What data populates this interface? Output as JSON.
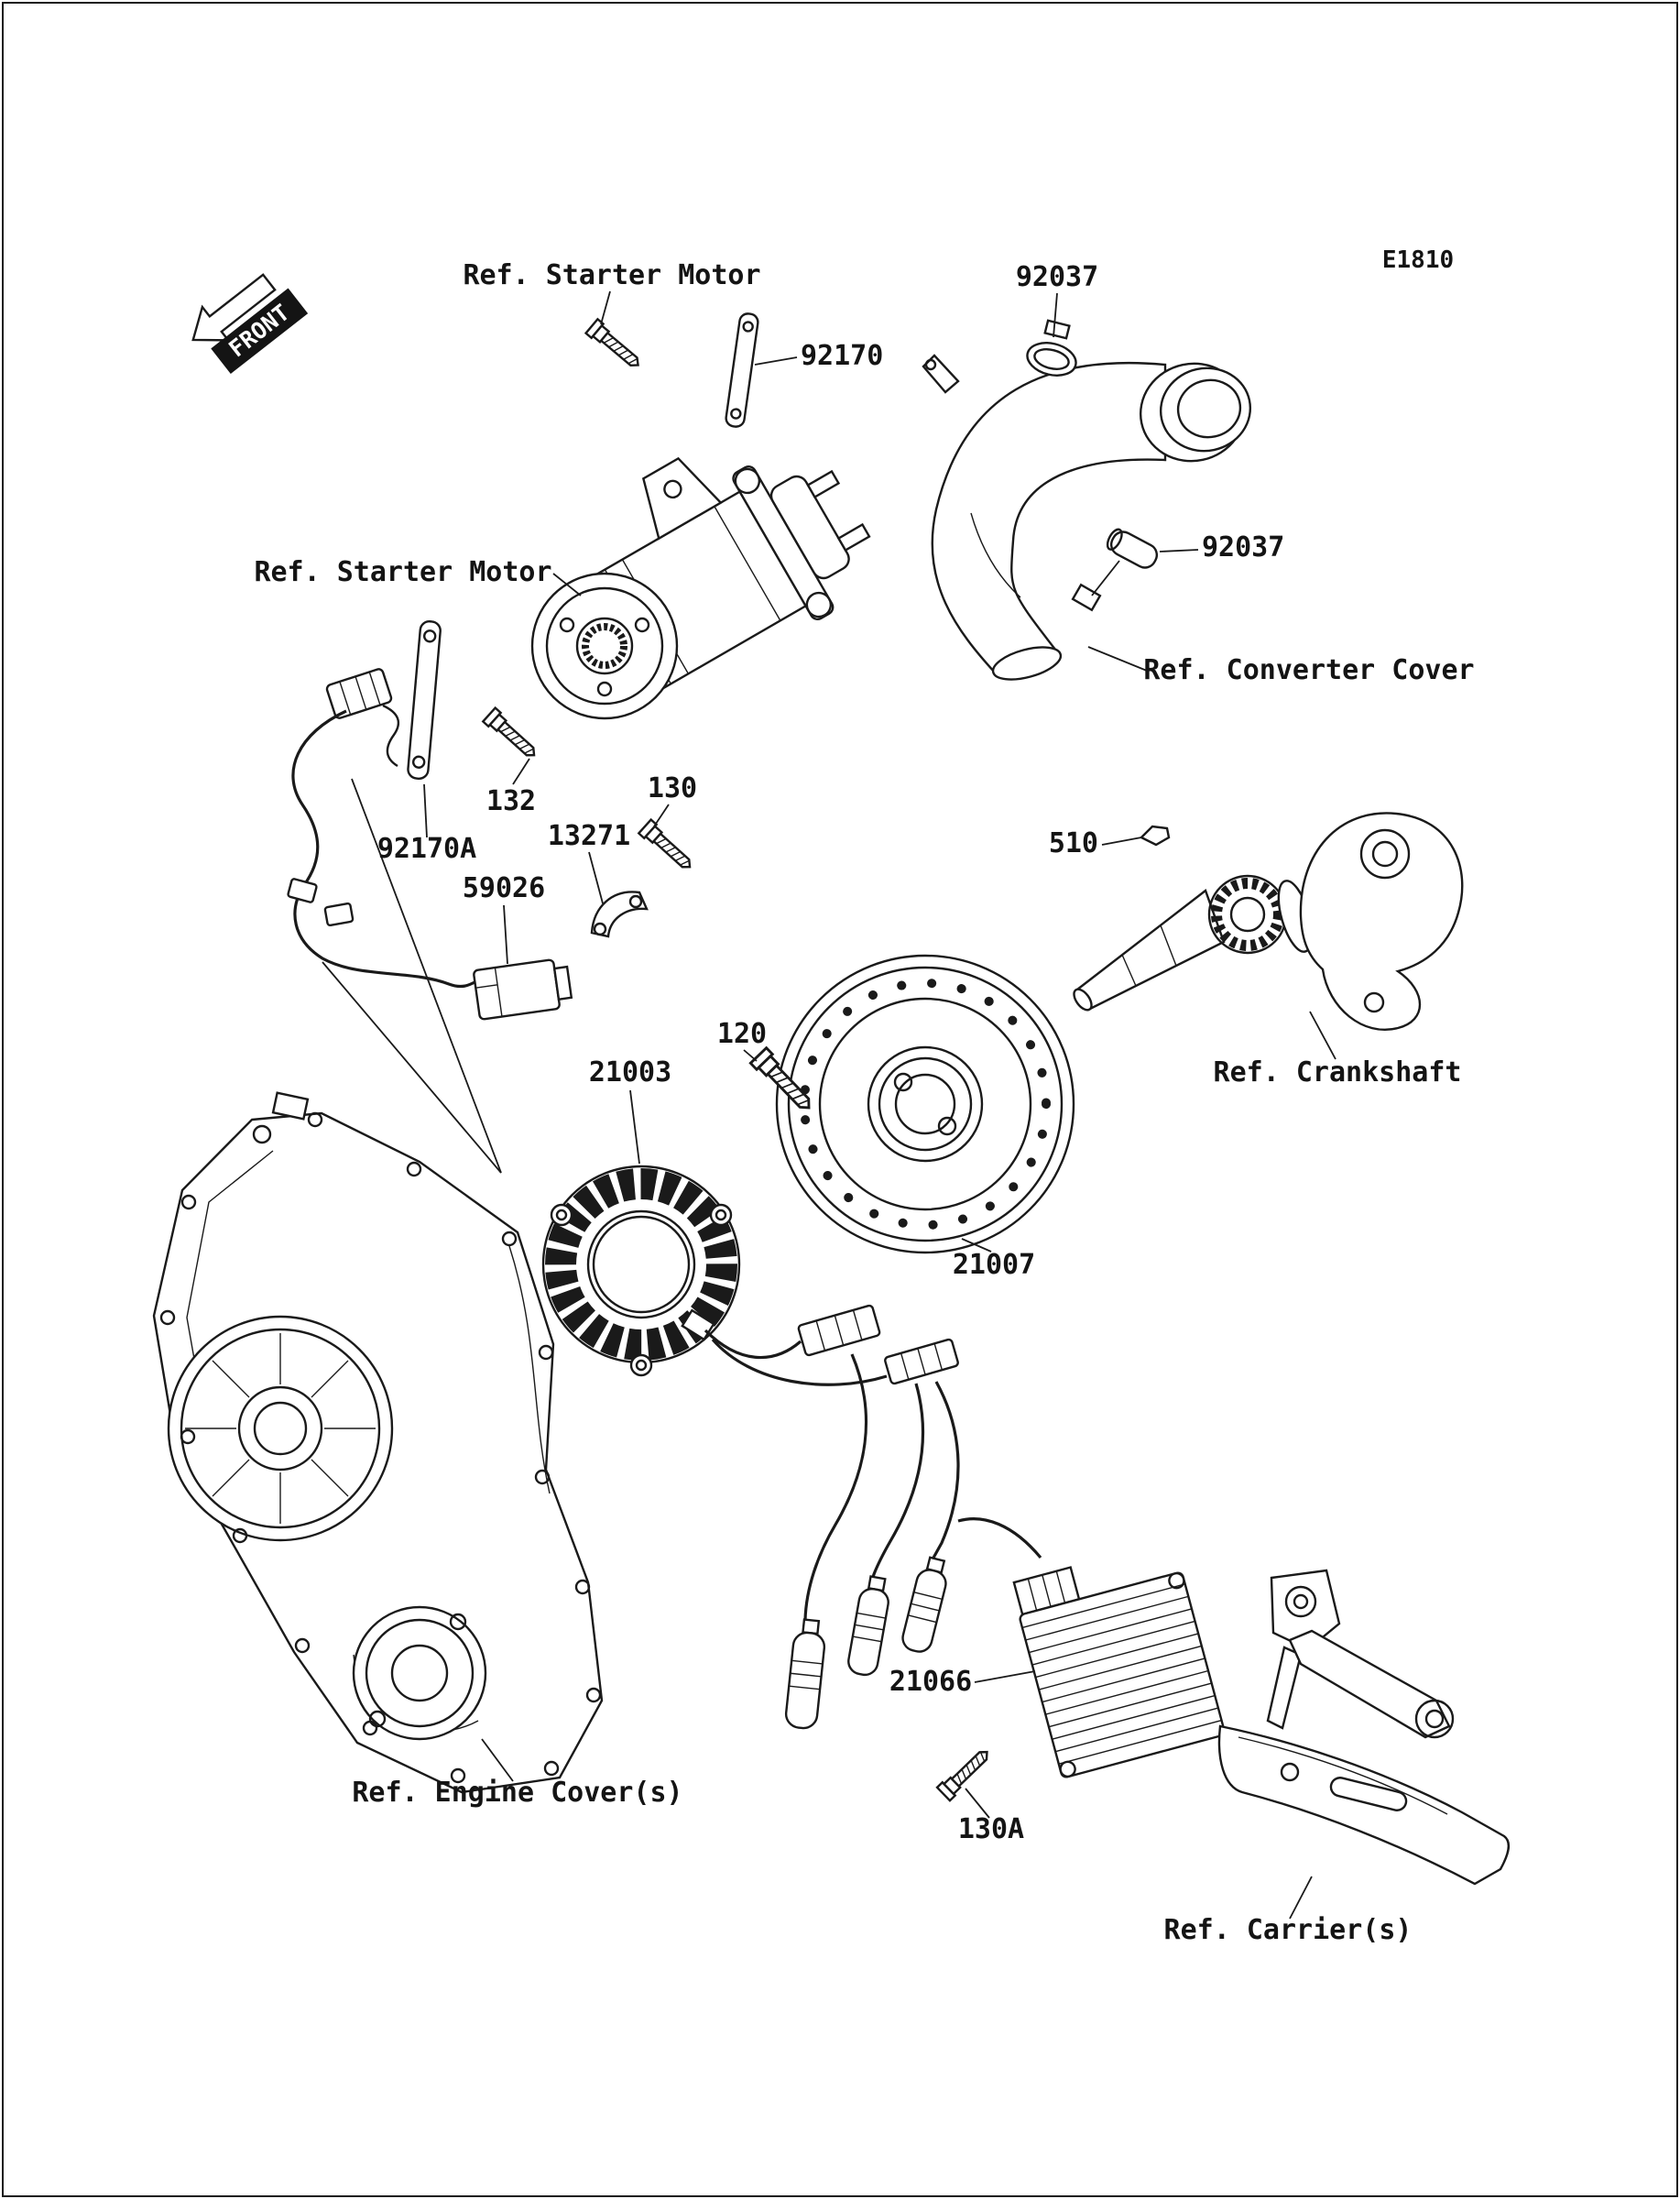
{
  "page": {
    "diagram_code": "E1810",
    "front_arrow": "FRONT"
  },
  "labels": {
    "ref_starter_motor_top": "Ref. Starter Motor",
    "part_92170": "92170",
    "part_92037_top": "92037",
    "ref_starter_motor": "Ref. Starter Motor",
    "part_92037_side": "92037",
    "ref_converter_cover": "Ref. Converter Cover",
    "part_132": "132",
    "part_130": "130",
    "part_92170a": "92170A",
    "part_13271": "13271",
    "part_59026": "59026",
    "part_510": "510",
    "ref_crankshaft": "Ref. Crankshaft",
    "part_120": "120",
    "part_21003": "21003",
    "part_21007": "21007",
    "part_21066": "21066",
    "ref_engine_cover": "Ref. Engine Cover(s)",
    "part_130a": "130A",
    "ref_carrier": "Ref. Carrier(s)"
  }
}
